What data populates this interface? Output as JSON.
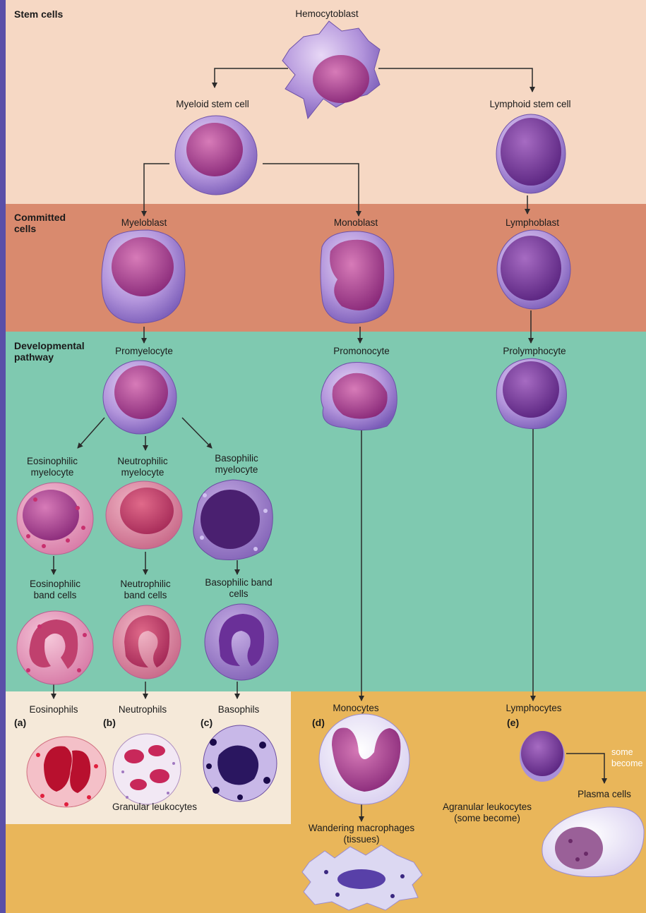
{
  "colors": {
    "frame": "#5a4fa8",
    "stem_band": "#f6d8c4",
    "committed_band": "#d98a6e",
    "developmental_band": "#7fc9b0",
    "granular_box": "#f5e9d9",
    "agranular_band": "#e9b65a",
    "arrow": "#2a2a2a"
  },
  "sections": {
    "stem": "Stem cells",
    "committed": "Committed cells",
    "developmental": "Developmental pathway"
  },
  "labels": {
    "hemocytoblast": "Hemocytoblast",
    "myeloid_stem_cell": "Myeloid stem cell",
    "lymphoid_stem_cell": "Lymphoid stem cell",
    "myeloblast": "Myeloblast",
    "monoblast": "Monoblast",
    "lymphoblast": "Lymphoblast",
    "promyelocyte": "Promyelocyte",
    "promonocyte": "Promonocyte",
    "prolymphocyte": "Prolymphocyte",
    "eosinophilic_myelocyte": "Eosinophilic myelocyte",
    "neutrophilic_myelocyte": "Neutrophilic myelocyte",
    "basophilic_myelocyte": "Basophilic myelocyte",
    "eosinophilic_band": "Eosinophilic band cells",
    "neutrophilic_band": "Neutrophilic band cells",
    "basophilic_band": "Basophilic band cells",
    "eosinophils": "Eosinophils",
    "neutrophils": "Neutrophils",
    "basophils": "Basophils",
    "monocytes": "Monocytes",
    "lymphocytes": "Lymphocytes",
    "granular_leukocytes": "Granular leukocytes",
    "agranular_leukocytes": "Agranular leukocytes (some become)",
    "wandering_macrophages": "Wandering macrophages (tissues)",
    "some_become": "some become",
    "plasma_cells": "Plasma cells"
  },
  "tags": {
    "a": "(a)",
    "b": "(b)",
    "c": "(c)",
    "d": "(d)",
    "e": "(e)"
  }
}
